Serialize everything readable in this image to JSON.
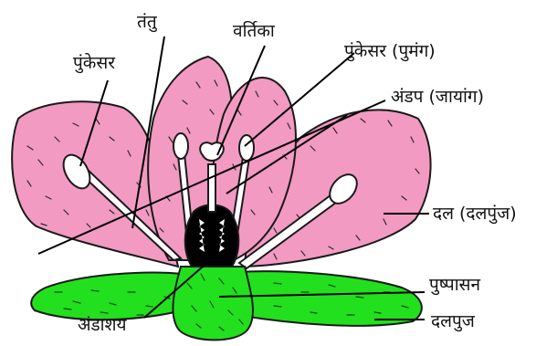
{
  "labels": {
    "stamen_left": "पुंकेसर",
    "filament": "तंतु",
    "style": "वर्तिका",
    "androecium": "पुंकेसर (पुमंग)",
    "gynoecium": "अंडप (जायांग)",
    "petal": "दल (दलपुंज)",
    "receptacle": "पुष्पासन",
    "sepal": "दलपुज",
    "ovary": "अंडाशय"
  },
  "colors": {
    "petal": "#f29ac2",
    "sepal_receptacle": "#22e01e",
    "ovules": "#000000",
    "outline": "#1a1a1a"
  }
}
